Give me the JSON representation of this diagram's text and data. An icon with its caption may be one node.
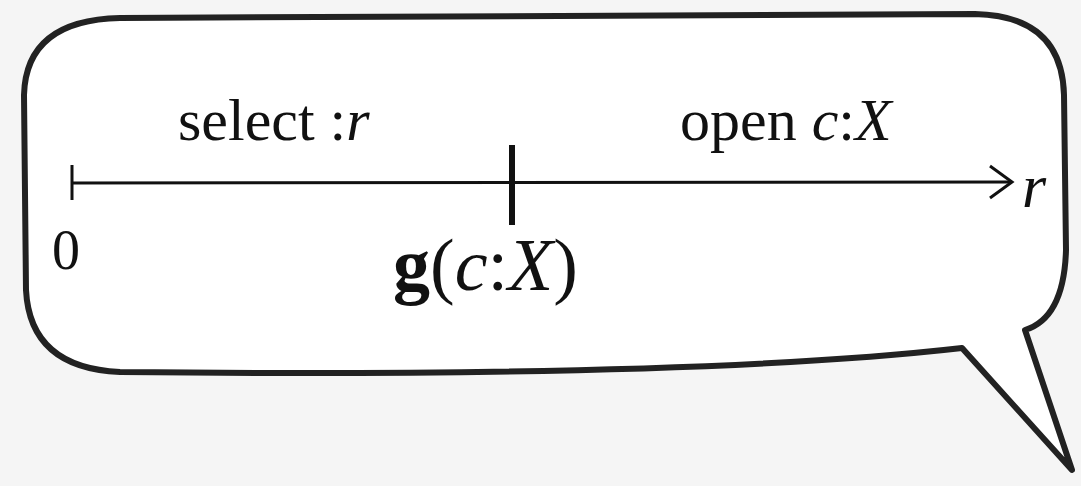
{
  "diagram": {
    "labels": [
      "select :*r*",
      "open *c*:*X*",
      "*r*",
      "0",
      "**g**(*c*:*X*)"
    ]
  }
}
